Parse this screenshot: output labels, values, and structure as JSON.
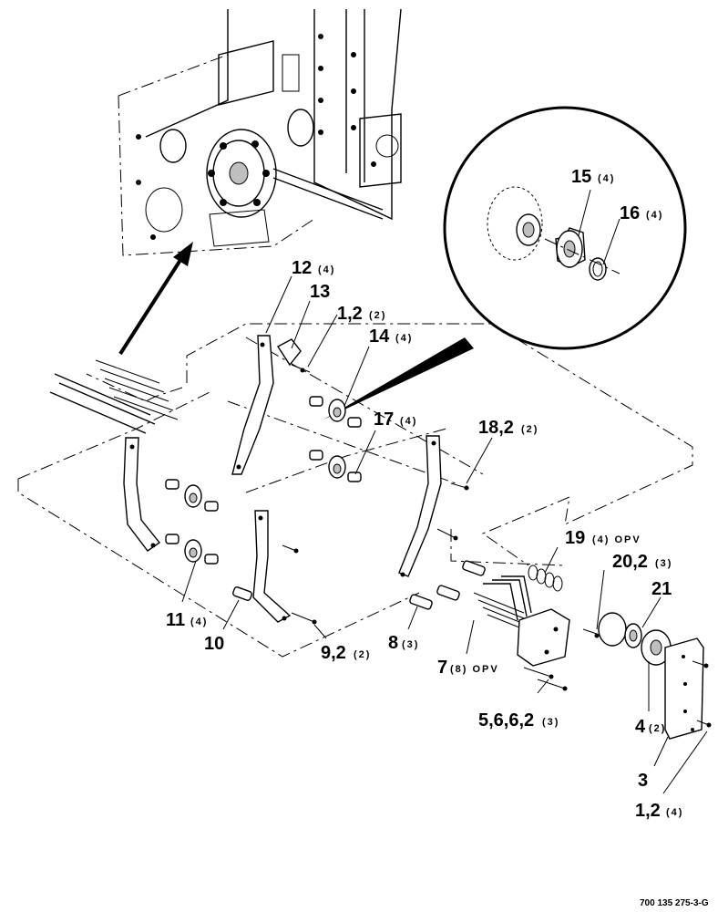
{
  "callouts": [
    {
      "id": "c15",
      "num": "15",
      "qty": "(4)"
    },
    {
      "id": "c16",
      "num": "16",
      "qty": "(4)"
    },
    {
      "id": "c12",
      "num": "12",
      "qty": "(4)"
    },
    {
      "id": "c13",
      "num": "13",
      "qty": ""
    },
    {
      "id": "c1a",
      "num": "1,2",
      "qty": "(2)"
    },
    {
      "id": "c14",
      "num": "14",
      "qty": "(4)"
    },
    {
      "id": "c17",
      "num": "17",
      "qty": "(4)"
    },
    {
      "id": "c18",
      "num": "18,2",
      "qty": "(2)"
    },
    {
      "id": "c19",
      "num": "19",
      "qty": "(4) OPV"
    },
    {
      "id": "c20",
      "num": "20,2",
      "qty": "(3)"
    },
    {
      "id": "c21",
      "num": "21",
      "qty": ""
    },
    {
      "id": "c11",
      "num": "11",
      "qty": "(4)"
    },
    {
      "id": "c10",
      "num": "10",
      "qty": ""
    },
    {
      "id": "c9",
      "num": "9,2",
      "qty": "(2)"
    },
    {
      "id": "c8",
      "num": "8",
      "qty": "(3)"
    },
    {
      "id": "c7",
      "num": "7",
      "qty": "(8) OPV"
    },
    {
      "id": "c5",
      "num": "5,6,6,2",
      "qty": "(3)"
    },
    {
      "id": "c4",
      "num": "4",
      "qty": "(2)"
    },
    {
      "id": "c3",
      "num": "3",
      "qty": ""
    },
    {
      "id": "c1b",
      "num": "1,2",
      "qty": "(4)"
    }
  ],
  "drawing_number": "700 135 275-3-G"
}
